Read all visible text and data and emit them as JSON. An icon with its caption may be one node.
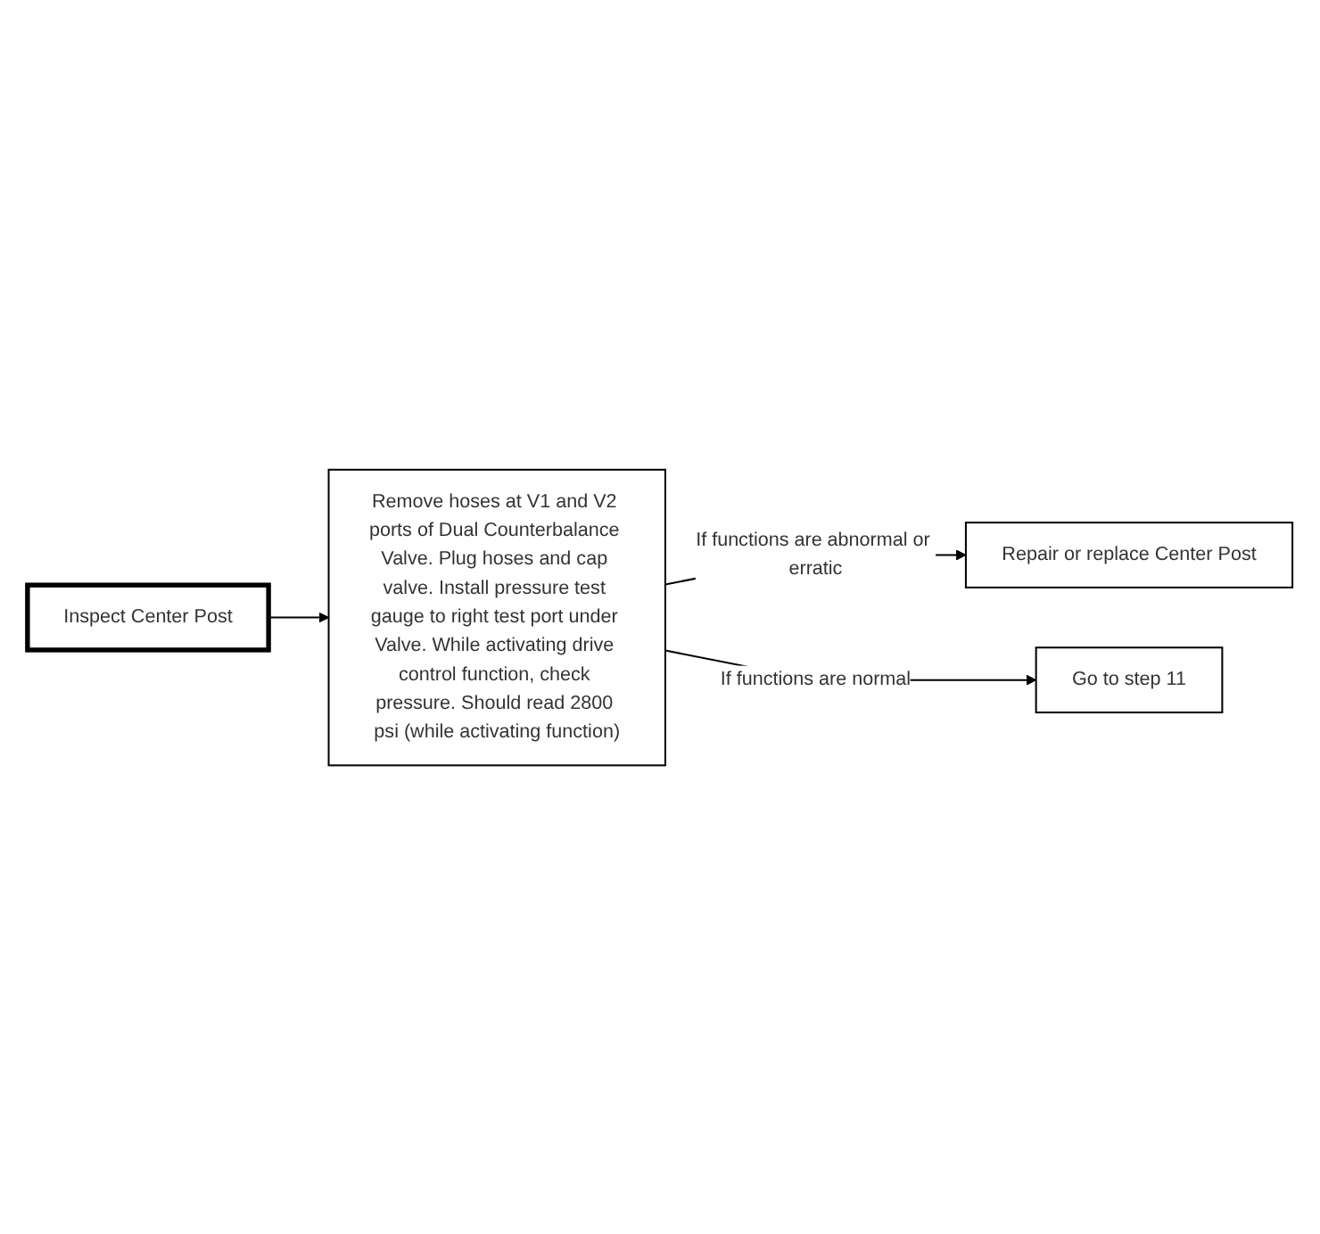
{
  "diagram": {
    "nodes": [
      {
        "text": [
          "Inspect Center Post"
        ]
      },
      {
        "text": [
          "Remove hoses at V1 and V2 ports of Dual Counterbalance Valve. Plug hoses and cap valve. Install pressure test gauge to right test port under Valve. While activating drive control function, check pressure. Should read 2800 psi (while activating function)"
        ]
      },
      {
        "text": [
          "Repair or replace Center Post"
        ]
      },
      {
        "text": [
          "Go to step 11"
        ]
      }
    ],
    "edges": [
      {
        "from": 0,
        "to": 1,
        "arrow": "to"
      },
      {
        "from": 1,
        "to": 2,
        "arrow": "to",
        "label": "If functions are abnormal or erratic"
      },
      {
        "from": 1,
        "to": 3,
        "arrow": "to",
        "label": "If functions are normal"
      }
    ]
  }
}
